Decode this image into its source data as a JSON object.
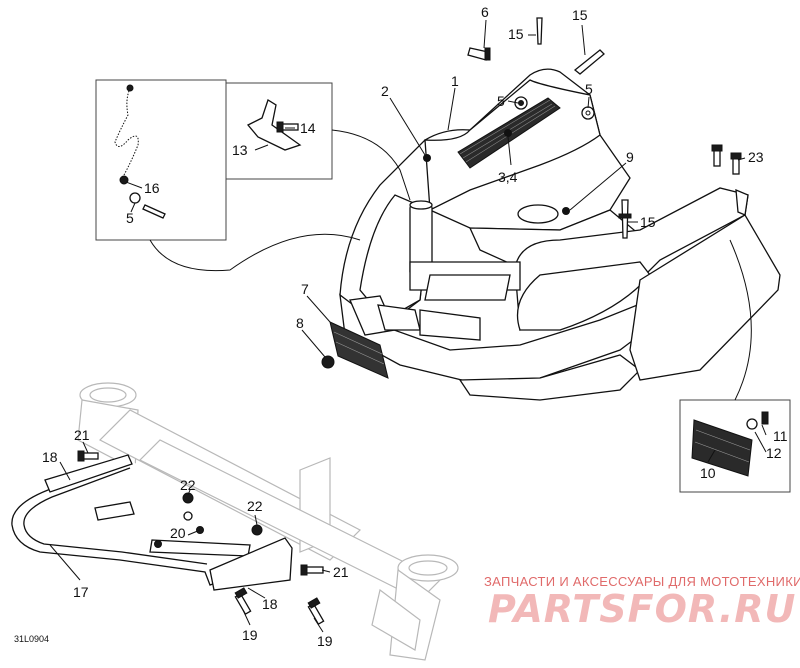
{
  "callouts": {
    "c1": "1",
    "c2": "2",
    "c34": "3,4",
    "c5a": "5",
    "c5b": "5",
    "c5c": "5",
    "c6": "6",
    "c7": "7",
    "c8": "8",
    "c9": "9",
    "c10": "10",
    "c11": "11",
    "c12": "12",
    "c13": "13",
    "c14": "14",
    "c15a": "15",
    "c15b": "15",
    "c15c": "15",
    "c16": "16",
    "c17": "17",
    "c18a": "18",
    "c18b": "18",
    "c19a": "19",
    "c19b": "19",
    "c20": "20",
    "c21a": "21",
    "c21b": "21",
    "c22a": "22",
    "c22b": "22",
    "c23": "23"
  },
  "drawing_ref": "31L0904",
  "watermark": {
    "caption": "ЗАПЧАСТИ И АКСЕССУАРЫ ДЛЯ МОТОТЕХНИКИ",
    "brand": "PARTSFOR.RU"
  }
}
